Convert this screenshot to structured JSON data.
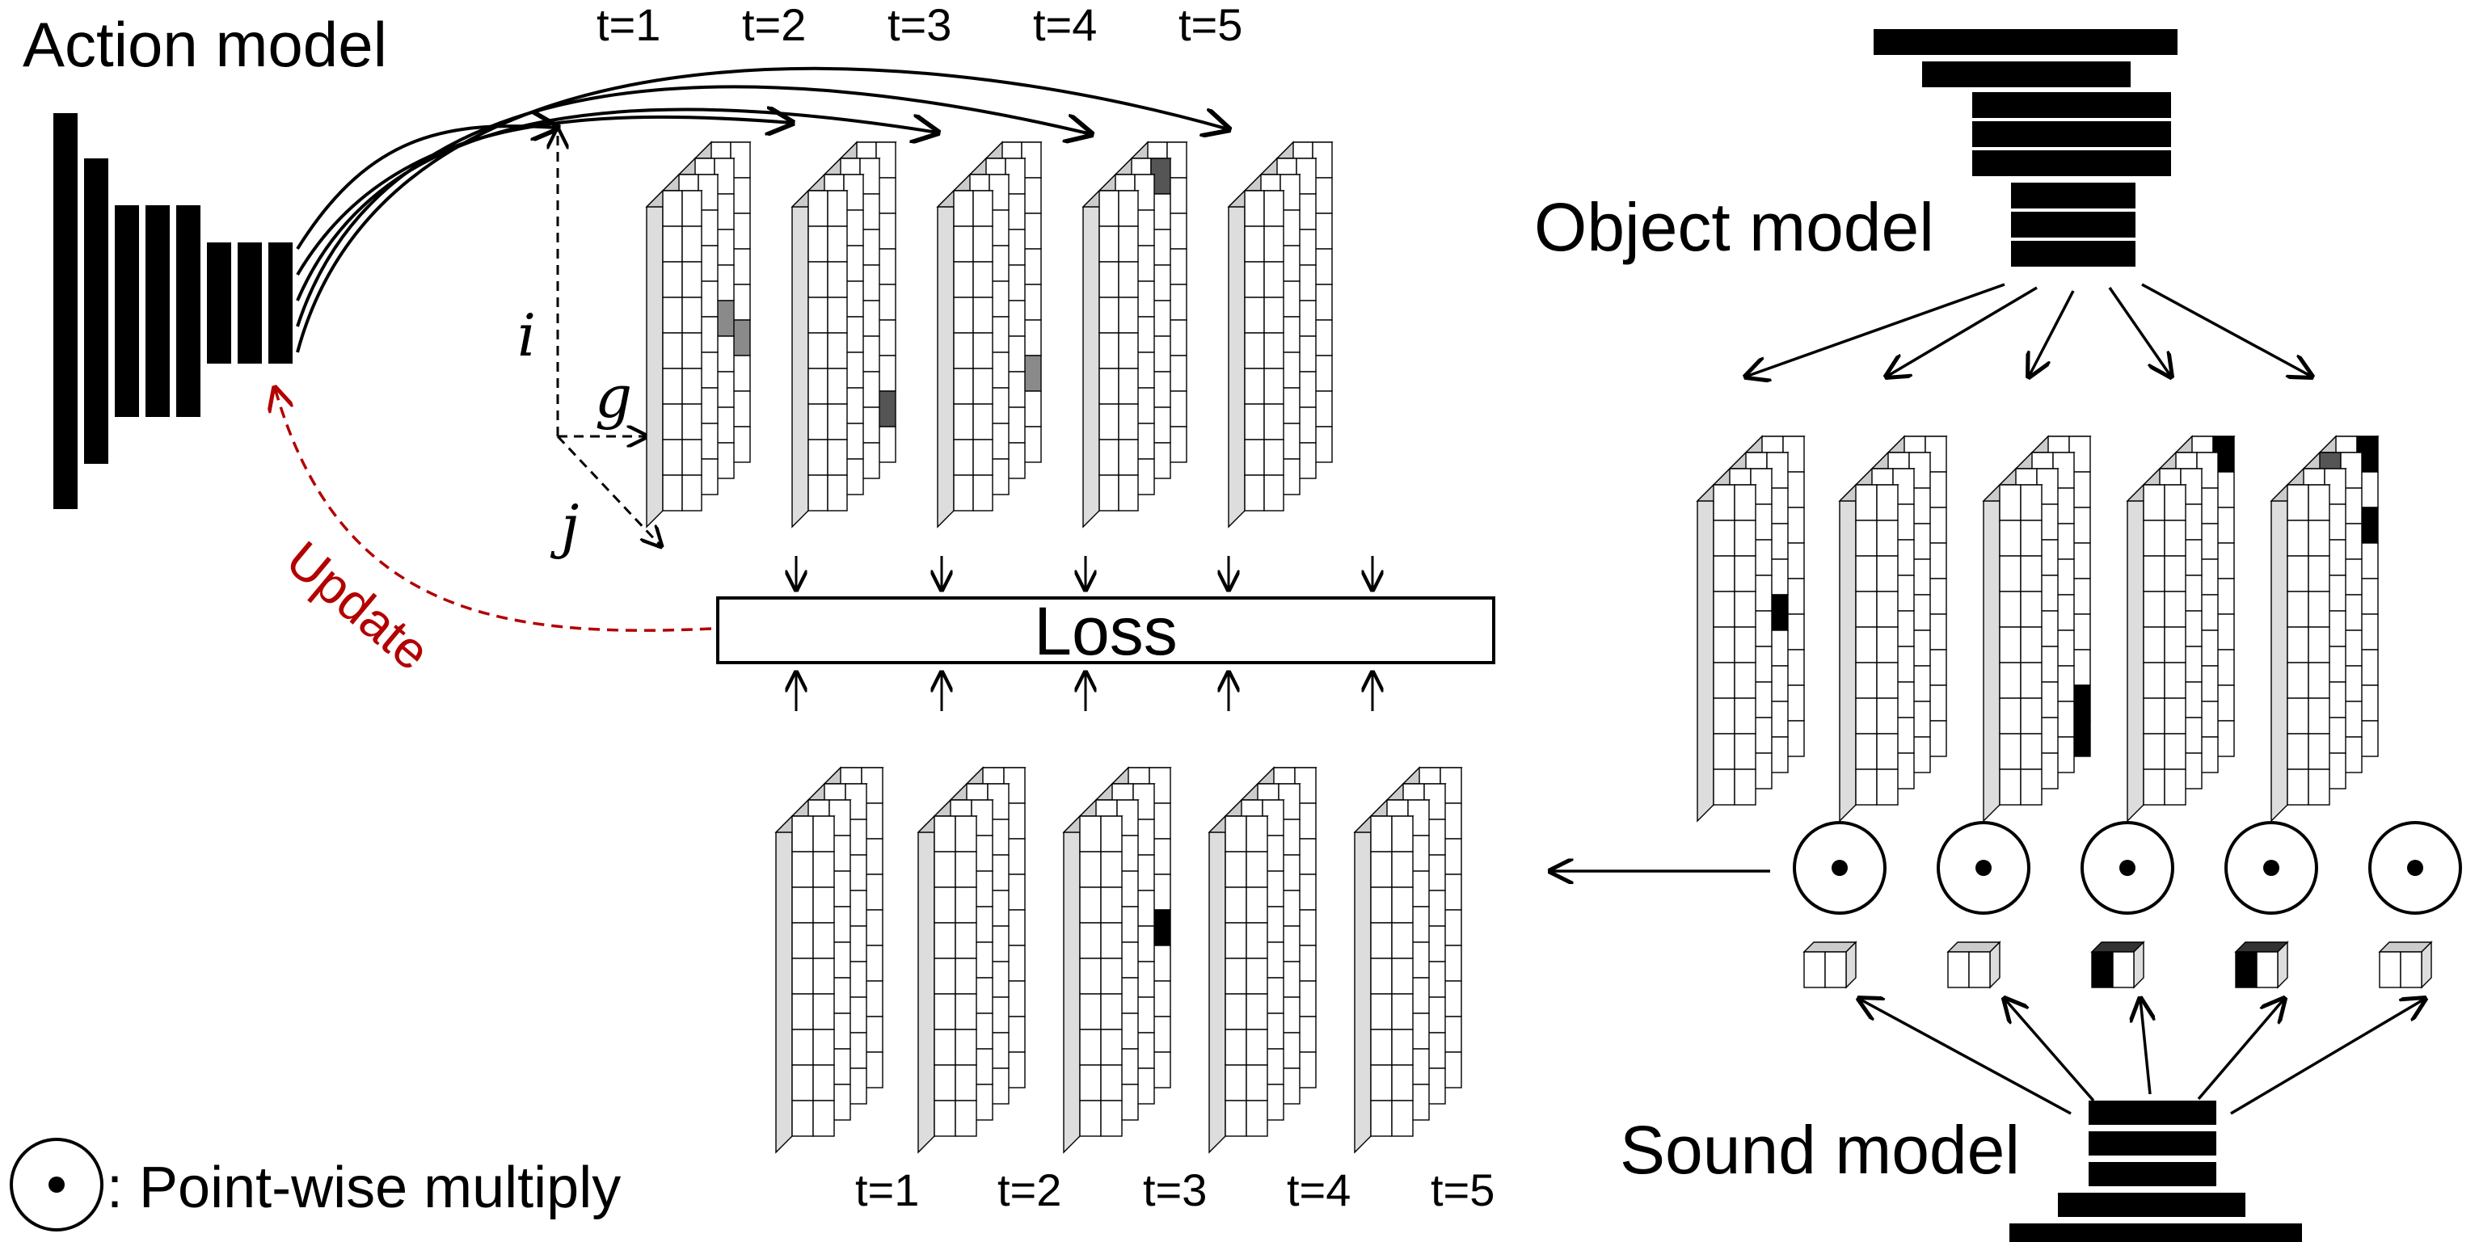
{
  "labels": {
    "action_model": "Action model",
    "object_model": "Object model",
    "sound_model": "Sound model",
    "loss": "Loss",
    "update": "Update",
    "legend": ": Point-wise multiply"
  },
  "axes": {
    "i": "i",
    "g": "g",
    "j": "j"
  },
  "time_steps": [
    "t=1",
    "t=2",
    "t=3",
    "t=4",
    "t=5"
  ],
  "colors": {
    "stroke": "#000000",
    "face": "#ffffff",
    "side": "#dddddd",
    "top": "#cccccc",
    "gray_cell": "#8a8a8a",
    "dark_cell": "#555555",
    "black_cell": "#000000",
    "update_arrow": "#b30000"
  }
}
